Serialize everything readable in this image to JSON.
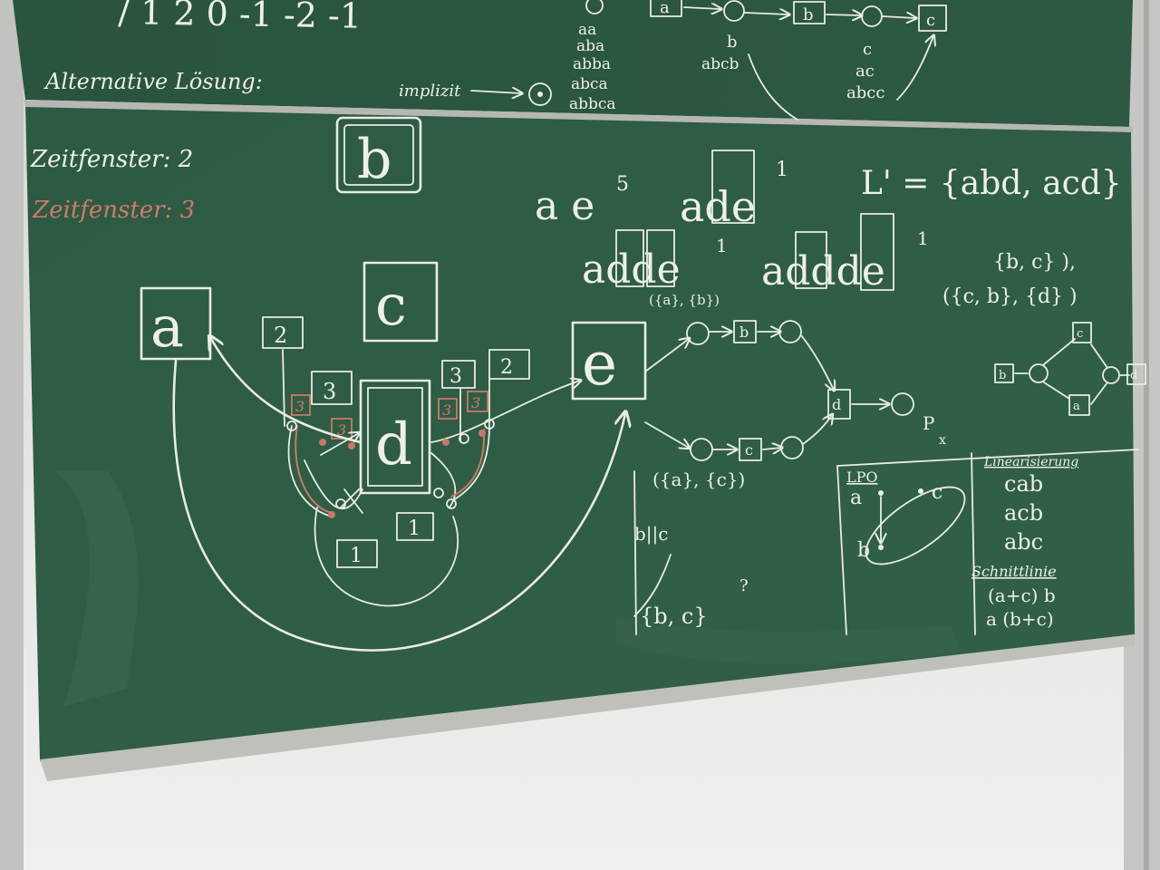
{
  "colors": {
    "board": "#2f5a43",
    "chalk": "#eef0e8",
    "red_chalk": "#d2796a",
    "wall": "#e9e9e6",
    "frame": "#b9bab5"
  },
  "top_board": {
    "seq_row": "/ 1   2   0  -1  -2  -1",
    "alt_label": "Alternative Lösung:",
    "implicit": "implizit",
    "col_a": [
      "aa",
      "aba",
      "abba",
      "abca",
      "abbca"
    ],
    "col_b": [
      "b",
      "abcb"
    ],
    "col_c": [
      "c",
      "ac",
      "abcc"
    ],
    "nodes": [
      "a",
      "b",
      "c"
    ]
  },
  "main_board": {
    "zeitfenster_white": "Zeitfenster: 2",
    "zeitfenster_red": "Zeitfenster: 3",
    "label_b": "b",
    "seq1": "a e",
    "seq1_sup": "5",
    "seq2": "ade",
    "seq2_sup": "1",
    "language": "L' = {abd, acd}",
    "seq3": "adde",
    "seq4": "addde",
    "sets1": "({a}, {b})",
    "sets_right1": "{b, c} ),",
    "sets_right2": "({c, b}, {d} )",
    "sets2": "({a}, {c})",
    "parallel": "b||c",
    "sets3": "{b, c}",
    "question": "?",
    "nodes": [
      "a",
      "c",
      "d",
      "e"
    ],
    "counters": [
      "2",
      "3",
      "3",
      "2",
      "1",
      "1"
    ],
    "red_counters": [
      "3",
      "3",
      "3",
      "3"
    ],
    "net_transitions": [
      "b",
      "c",
      "d"
    ],
    "side_transitions": [
      "b",
      "c",
      "a",
      "d"
    ],
    "final_place": "P",
    "final_sub": "x",
    "lpo_title": "LPO",
    "lpo_nodes": [
      "a",
      "c",
      "b"
    ],
    "linearisierung_title": "Linearisierung",
    "linearisierung": [
      "cab",
      "acb",
      "abc"
    ],
    "schnittlinie_title": "Schnittlinie",
    "schnittlinie": [
      "(a+c) b",
      "a (b+c)"
    ]
  }
}
